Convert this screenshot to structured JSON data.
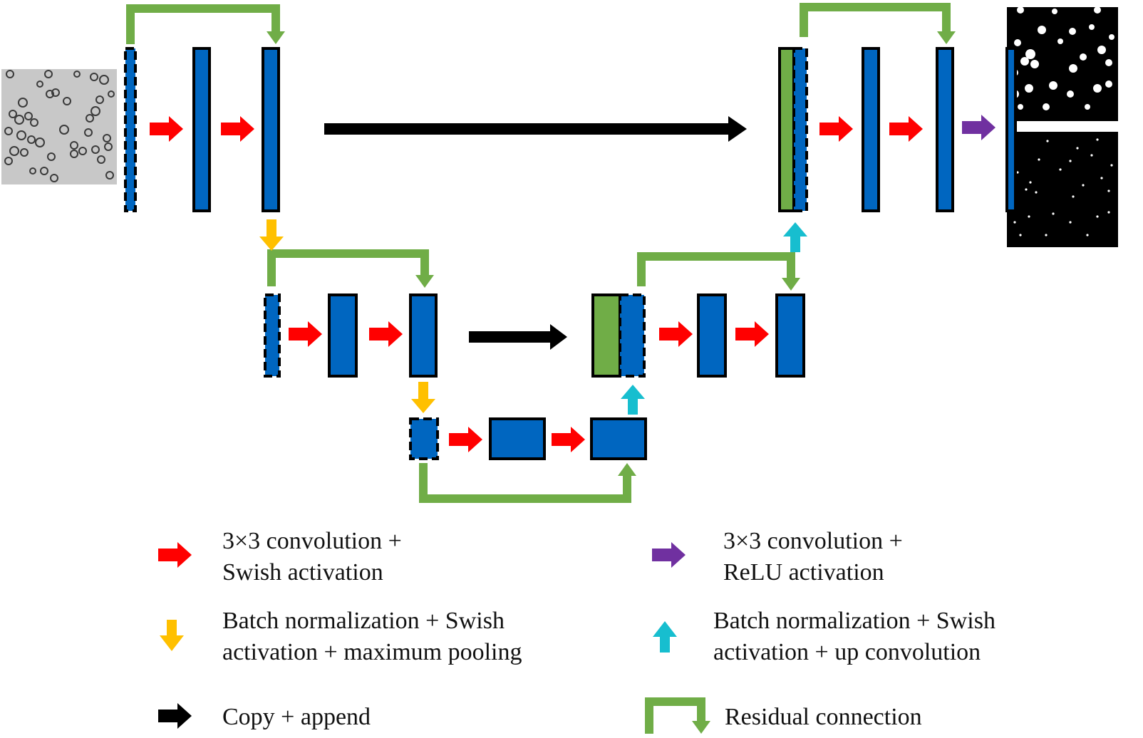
{
  "colors": {
    "block": "#0066c0",
    "residual": "#70ad47",
    "conv_swish": "#ff0000",
    "conv_relu": "#7030a0",
    "pool": "#ffc000",
    "upconv": "#17becf",
    "copy": "#000000",
    "skip_feature": "#70ad47"
  },
  "diagram": {
    "input_image": "grayscale-microscopy-cells",
    "output_images": [
      "binary-mask-cells",
      "binary-mask-centroids"
    ]
  },
  "legend": {
    "conv_swish": {
      "icon": "red-arrow-icon",
      "line1": "3×3 convolution +",
      "line2": "Swish activation"
    },
    "pool": {
      "icon": "orange-down-arrow-icon",
      "line1": "Batch normalization + Swish",
      "line2": "activation + maximum pooling"
    },
    "copy": {
      "icon": "black-arrow-icon",
      "line1": "Copy + append"
    },
    "conv_relu": {
      "icon": "purple-arrow-icon",
      "line1": "3×3 convolution +",
      "line2": "ReLU activation"
    },
    "upconv": {
      "icon": "cyan-up-arrow-icon",
      "line1": "Batch normalization + Swish",
      "line2": "activation + up convolution"
    },
    "residual": {
      "icon": "residual-bracket-icon",
      "line1": "Residual connection"
    }
  }
}
